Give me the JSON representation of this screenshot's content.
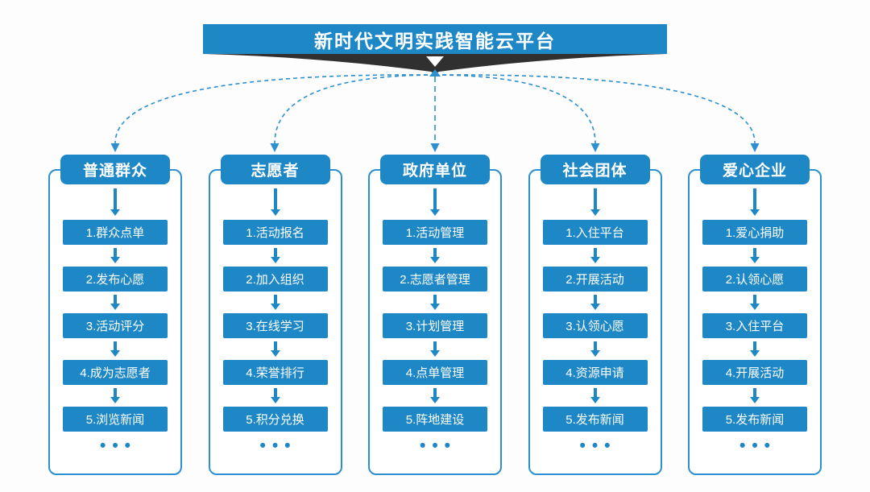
{
  "title": "新时代文明实践智能云平台",
  "ellipsis": "•••",
  "colors": {
    "primary_blue": "#1e87c6",
    "frame_border_blue": "#2b8fd0",
    "funnel_dark": "#303030",
    "background": "#fdfdfd",
    "text_on_blue": "#ffffff"
  },
  "columns": [
    {
      "header": "普通群众",
      "steps": [
        "1.群众点单",
        "2.发布心愿",
        "3.活动评分",
        "4.成为志愿者",
        "5.浏览新闻"
      ]
    },
    {
      "header": "志愿者",
      "steps": [
        "1.活动报名",
        "2.加入组织",
        "3.在线学习",
        "4.荣誉排行",
        "5.积分兑换"
      ]
    },
    {
      "header": "政府单位",
      "steps": [
        "1.活动管理",
        "2.志愿者管理",
        "3.计划管理",
        "4.点单管理",
        "5.阵地建设"
      ]
    },
    {
      "header": "社会团体",
      "steps": [
        "1.入住平台",
        "2.开展活动",
        "3.认领心愿",
        "4.资源申请",
        "5.发布新闻"
      ]
    },
    {
      "header": "爱心企业",
      "steps": [
        "1.爱心捐助",
        "2.认领心愿",
        "3.入住平台",
        "4.开展活动",
        "5.发布新闻"
      ]
    }
  ]
}
